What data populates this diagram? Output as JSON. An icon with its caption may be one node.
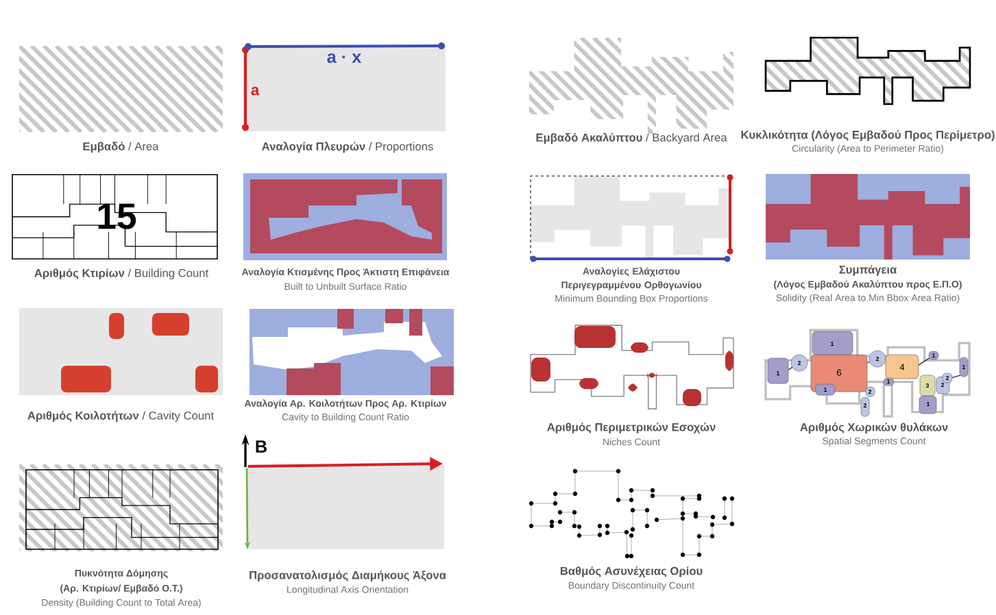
{
  "diagram": {
    "labels": [
      "a · x",
      "a",
      "**Εμβαδό** / Area",
      "**Αναλογία Πλευρών** / Proportions",
      "**Εμβαδό Ακαλύπτου** / Backyard Area",
      "Κυκλικότητα (Λόγος Εμβαδού Προς Περίμετρο)",
      "Circularity (Area to Perimeter Ratio)",
      "15",
      "**Αριθμός Κτιρίων** / Building Count",
      "Αναλογία Κτισμένης Προς Άκτιστη Επιφάνεια",
      "Built to Unbuilt Surface Ratio",
      "Αναλογίες Ελάχιστου Περιγεγραμμένου Ορθογωνίου",
      "Minimum Bounding Box Proportions",
      "Συμπάγεια",
      "(Λόγος Εμβαδού Ακαλύπτου προς Ε.Π.Ο)",
      "Solidity (Real Area to Min Bbox Area Ratio)",
      "1",
      "2",
      "6",
      "2",
      "4",
      "1",
      "1",
      "2",
      "2",
      "1",
      "1",
      "3",
      "2",
      "1",
      "2",
      "1",
      "Αναλογία Αρ. Κοιλοτήτων Προς Αρ. Κτιρίων",
      "Cavity to Building Count Ratio",
      "**Αριθμός Κοιλοτήτων** / Cavity Count",
      "Αριθμός Περιμετρικών Εσοχών",
      "Niches Count",
      "Αριθμός Χωρικών θυλάκων",
      "Spatial Segments Count",
      "B",
      "Πυκνότητα Δόμησης",
      "(Αρ. Κτιρίων/ Εμβαδό Ο.Τ.)",
      "Density (Building Count to Total Area)",
      "Προσανατολισμός Διαμήκους Άξονα",
      "Longitudinal Axis Orientation",
      "Βαθμός Ασυνέχειας Ορίου",
      "Boundary Discontinuity Count"
    ]
  }
}
